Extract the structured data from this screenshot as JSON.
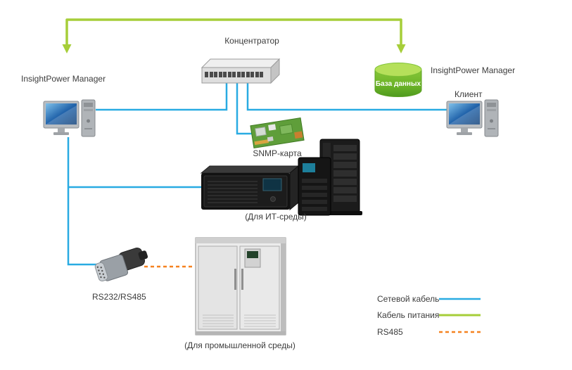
{
  "diagram": {
    "hub_label": "Концентратор",
    "manager_left_label": "InsightPower Manager",
    "manager_right_label": "InsightPower Manager",
    "client_label": "Клиент",
    "database_label": "База данных",
    "snmp_card_label": "SNMP-карта",
    "it_environment_label": "(Для ИТ-среды)",
    "industrial_environment_label": "(Для промышленной среды)",
    "serial_port_label": "RS232/RS485"
  },
  "legend": {
    "network_cable_label": "Сетевой кабель",
    "power_cable_label": "Кабель питания",
    "rs485_label": "RS485"
  },
  "colors": {
    "network_cable": "#29abe2",
    "power_cable": "#a6ce39",
    "rs485_cable": "#f58220"
  }
}
